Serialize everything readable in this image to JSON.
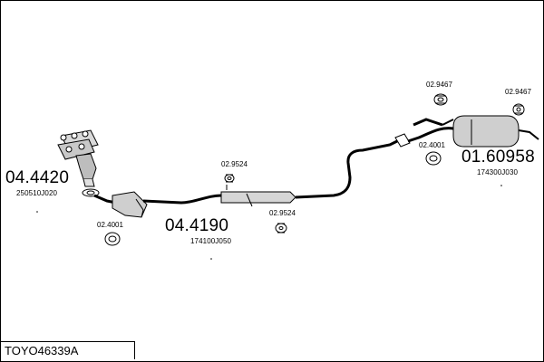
{
  "diagram_code": "TOYO46339A",
  "parts": {
    "manifold": {
      "number": "04.4420",
      "oem": "250510J020"
    },
    "center_pipe": {
      "number": "04.4190",
      "oem": "174100J050"
    },
    "rear_muffler": {
      "number": "01.60958",
      "oem": "174300J030"
    }
  },
  "fittings": {
    "gasket_left": "02.4001",
    "rubber_mount_top": "02.9524",
    "rubber_mount_bottom": "02.9524",
    "gasket_right": "02.4001",
    "rubber_mount_rear_left": "02.9467",
    "rubber_mount_rear_right": "02.9467"
  }
}
